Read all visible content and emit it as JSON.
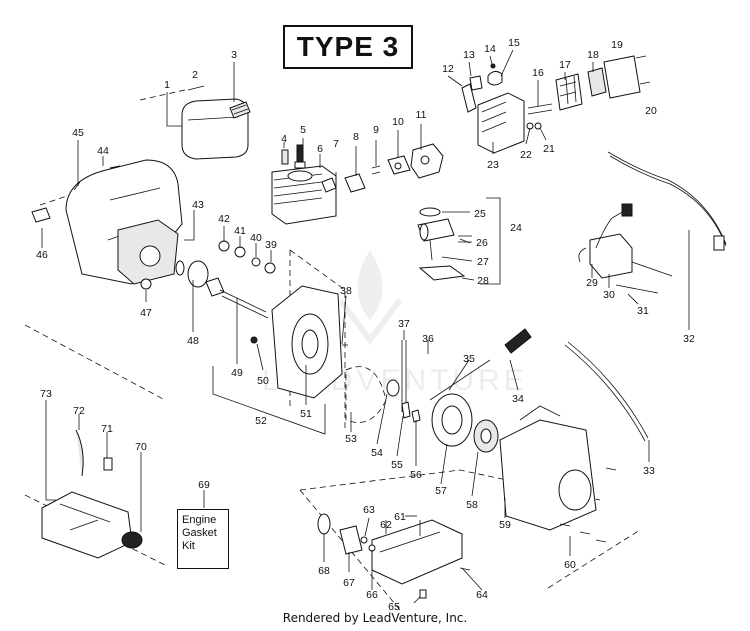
{
  "header": {
    "type_label": "TYPE 3"
  },
  "kit_box": {
    "line1": "Engine",
    "line2": "Gasket",
    "line3": "Kit"
  },
  "footer": {
    "text": "Rendered by LeadVenture, Inc."
  },
  "watermark": {
    "text": "LEADVENTURE"
  },
  "callouts": [
    {
      "n": "1"
    },
    {
      "n": "2"
    },
    {
      "n": "3"
    },
    {
      "n": "4"
    },
    {
      "n": "5"
    },
    {
      "n": "6"
    },
    {
      "n": "7"
    },
    {
      "n": "8"
    },
    {
      "n": "9"
    },
    {
      "n": "10"
    },
    {
      "n": "11"
    },
    {
      "n": "12"
    },
    {
      "n": "13"
    },
    {
      "n": "14"
    },
    {
      "n": "15"
    },
    {
      "n": "16"
    },
    {
      "n": "17"
    },
    {
      "n": "18"
    },
    {
      "n": "19"
    },
    {
      "n": "20"
    },
    {
      "n": "21"
    },
    {
      "n": "22"
    },
    {
      "n": "23"
    },
    {
      "n": "24"
    },
    {
      "n": "25"
    },
    {
      "n": "26"
    },
    {
      "n": "27"
    },
    {
      "n": "28"
    },
    {
      "n": "29"
    },
    {
      "n": "30"
    },
    {
      "n": "31"
    },
    {
      "n": "32"
    },
    {
      "n": "33"
    },
    {
      "n": "34"
    },
    {
      "n": "35"
    },
    {
      "n": "36"
    },
    {
      "n": "37"
    },
    {
      "n": "38"
    },
    {
      "n": "39"
    },
    {
      "n": "40"
    },
    {
      "n": "41"
    },
    {
      "n": "42"
    },
    {
      "n": "43"
    },
    {
      "n": "44"
    },
    {
      "n": "45"
    },
    {
      "n": "46"
    },
    {
      "n": "47"
    },
    {
      "n": "48"
    },
    {
      "n": "49"
    },
    {
      "n": "50"
    },
    {
      "n": "51"
    },
    {
      "n": "52"
    },
    {
      "n": "53"
    },
    {
      "n": "54"
    },
    {
      "n": "55"
    },
    {
      "n": "56"
    },
    {
      "n": "57"
    },
    {
      "n": "58"
    },
    {
      "n": "59"
    },
    {
      "n": "60"
    },
    {
      "n": "61"
    },
    {
      "n": "62"
    },
    {
      "n": "63"
    },
    {
      "n": "64"
    },
    {
      "n": "65"
    },
    {
      "n": "66"
    },
    {
      "n": "67"
    },
    {
      "n": "68"
    },
    {
      "n": "69"
    },
    {
      "n": "70"
    },
    {
      "n": "71"
    },
    {
      "n": "72"
    },
    {
      "n": "73"
    }
  ]
}
